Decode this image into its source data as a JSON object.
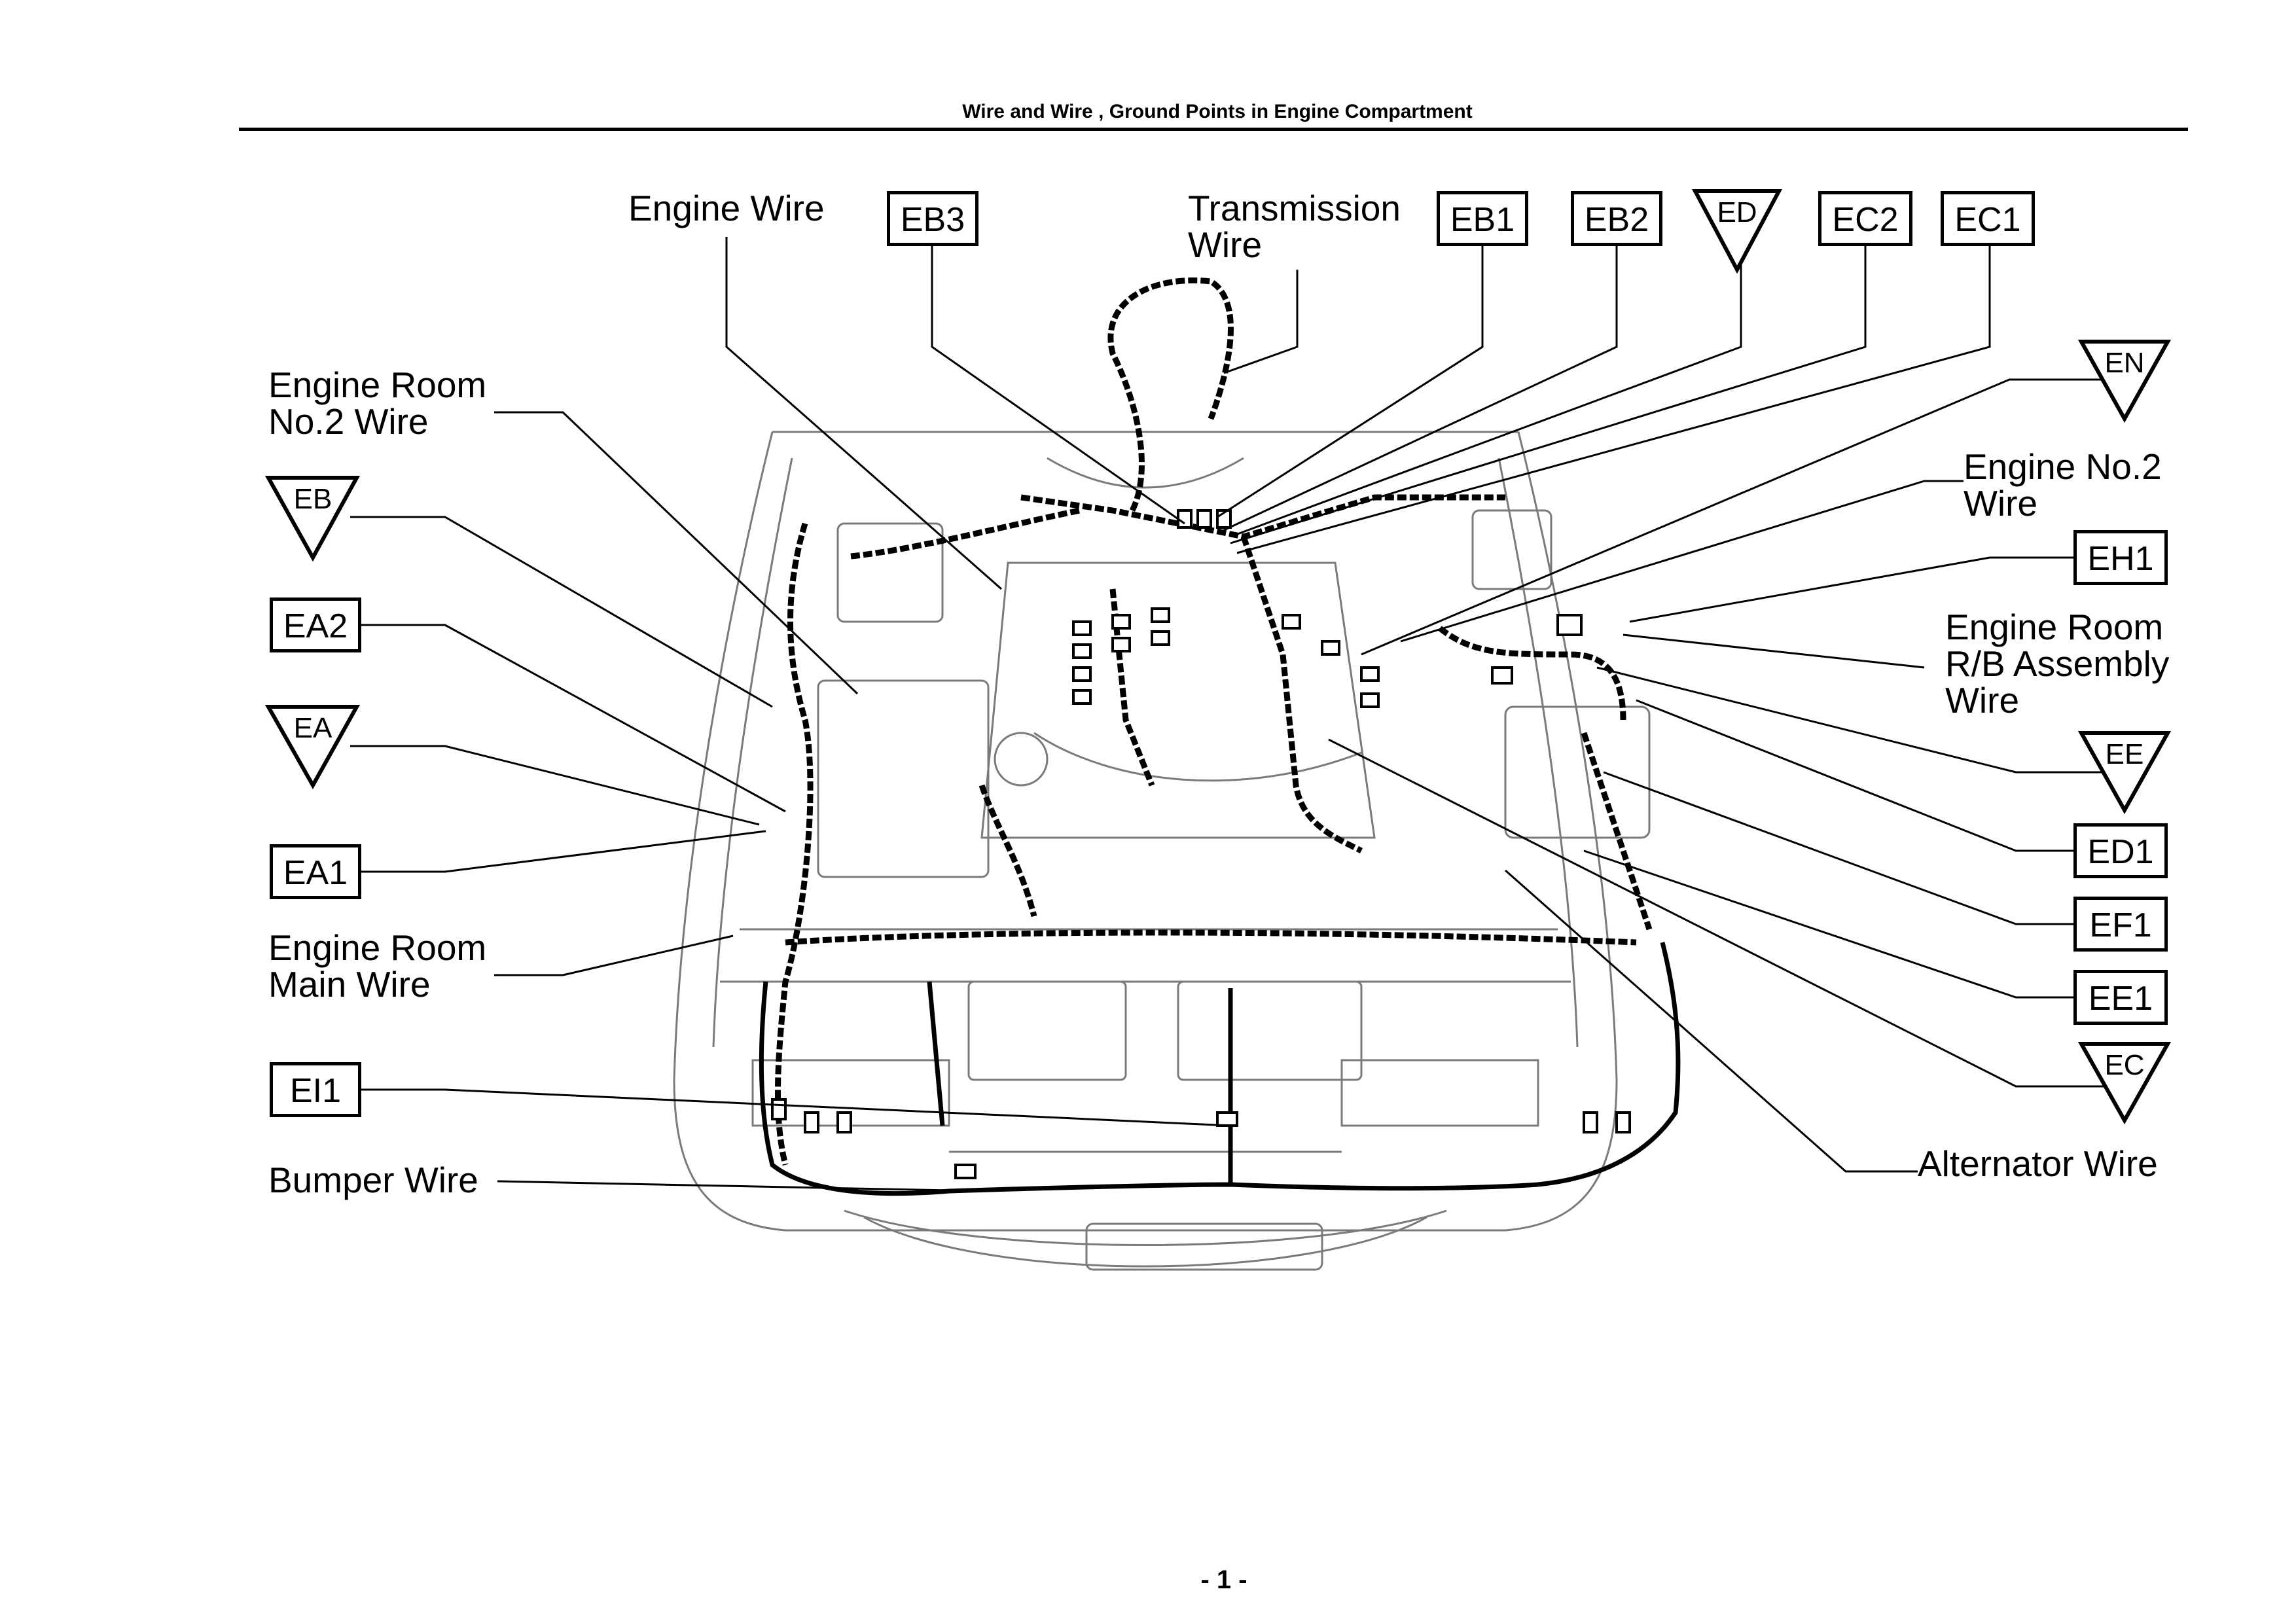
{
  "header": {
    "title": "Wire and Wire , Ground Points in Engine Compartment"
  },
  "labels": {
    "engine_wire": "Engine Wire",
    "transmission_wire_1": "Transmission",
    "transmission_wire_2": "Wire",
    "engine_room_no2_1": "Engine Room",
    "engine_room_no2_2": "No.2 Wire",
    "engine_room_main_1": "Engine Room",
    "engine_room_main_2": "Main Wire",
    "bumper_wire": "Bumper Wire",
    "engine_no2_1": "Engine No.2",
    "engine_no2_2": "Wire",
    "rb_assembly_1": "Engine Room",
    "rb_assembly_2": "R/B Assembly",
    "rb_assembly_3": "Wire",
    "alternator_wire": "Alternator Wire"
  },
  "connectors": {
    "EB3": "EB3",
    "EB1": "EB1",
    "EB2": "EB2",
    "EC2": "EC2",
    "EC1": "EC1",
    "EA2": "EA2",
    "EA1": "EA1",
    "EI1": "EI1",
    "EH1": "EH1",
    "ED1": "ED1",
    "EF1": "EF1",
    "EE1": "EE1"
  },
  "ground_points": {
    "ED": "ED",
    "EN": "EN",
    "EB": "EB",
    "EA": "EA",
    "EE": "EE",
    "EC": "EC"
  },
  "page": {
    "number": "- 1 -"
  }
}
